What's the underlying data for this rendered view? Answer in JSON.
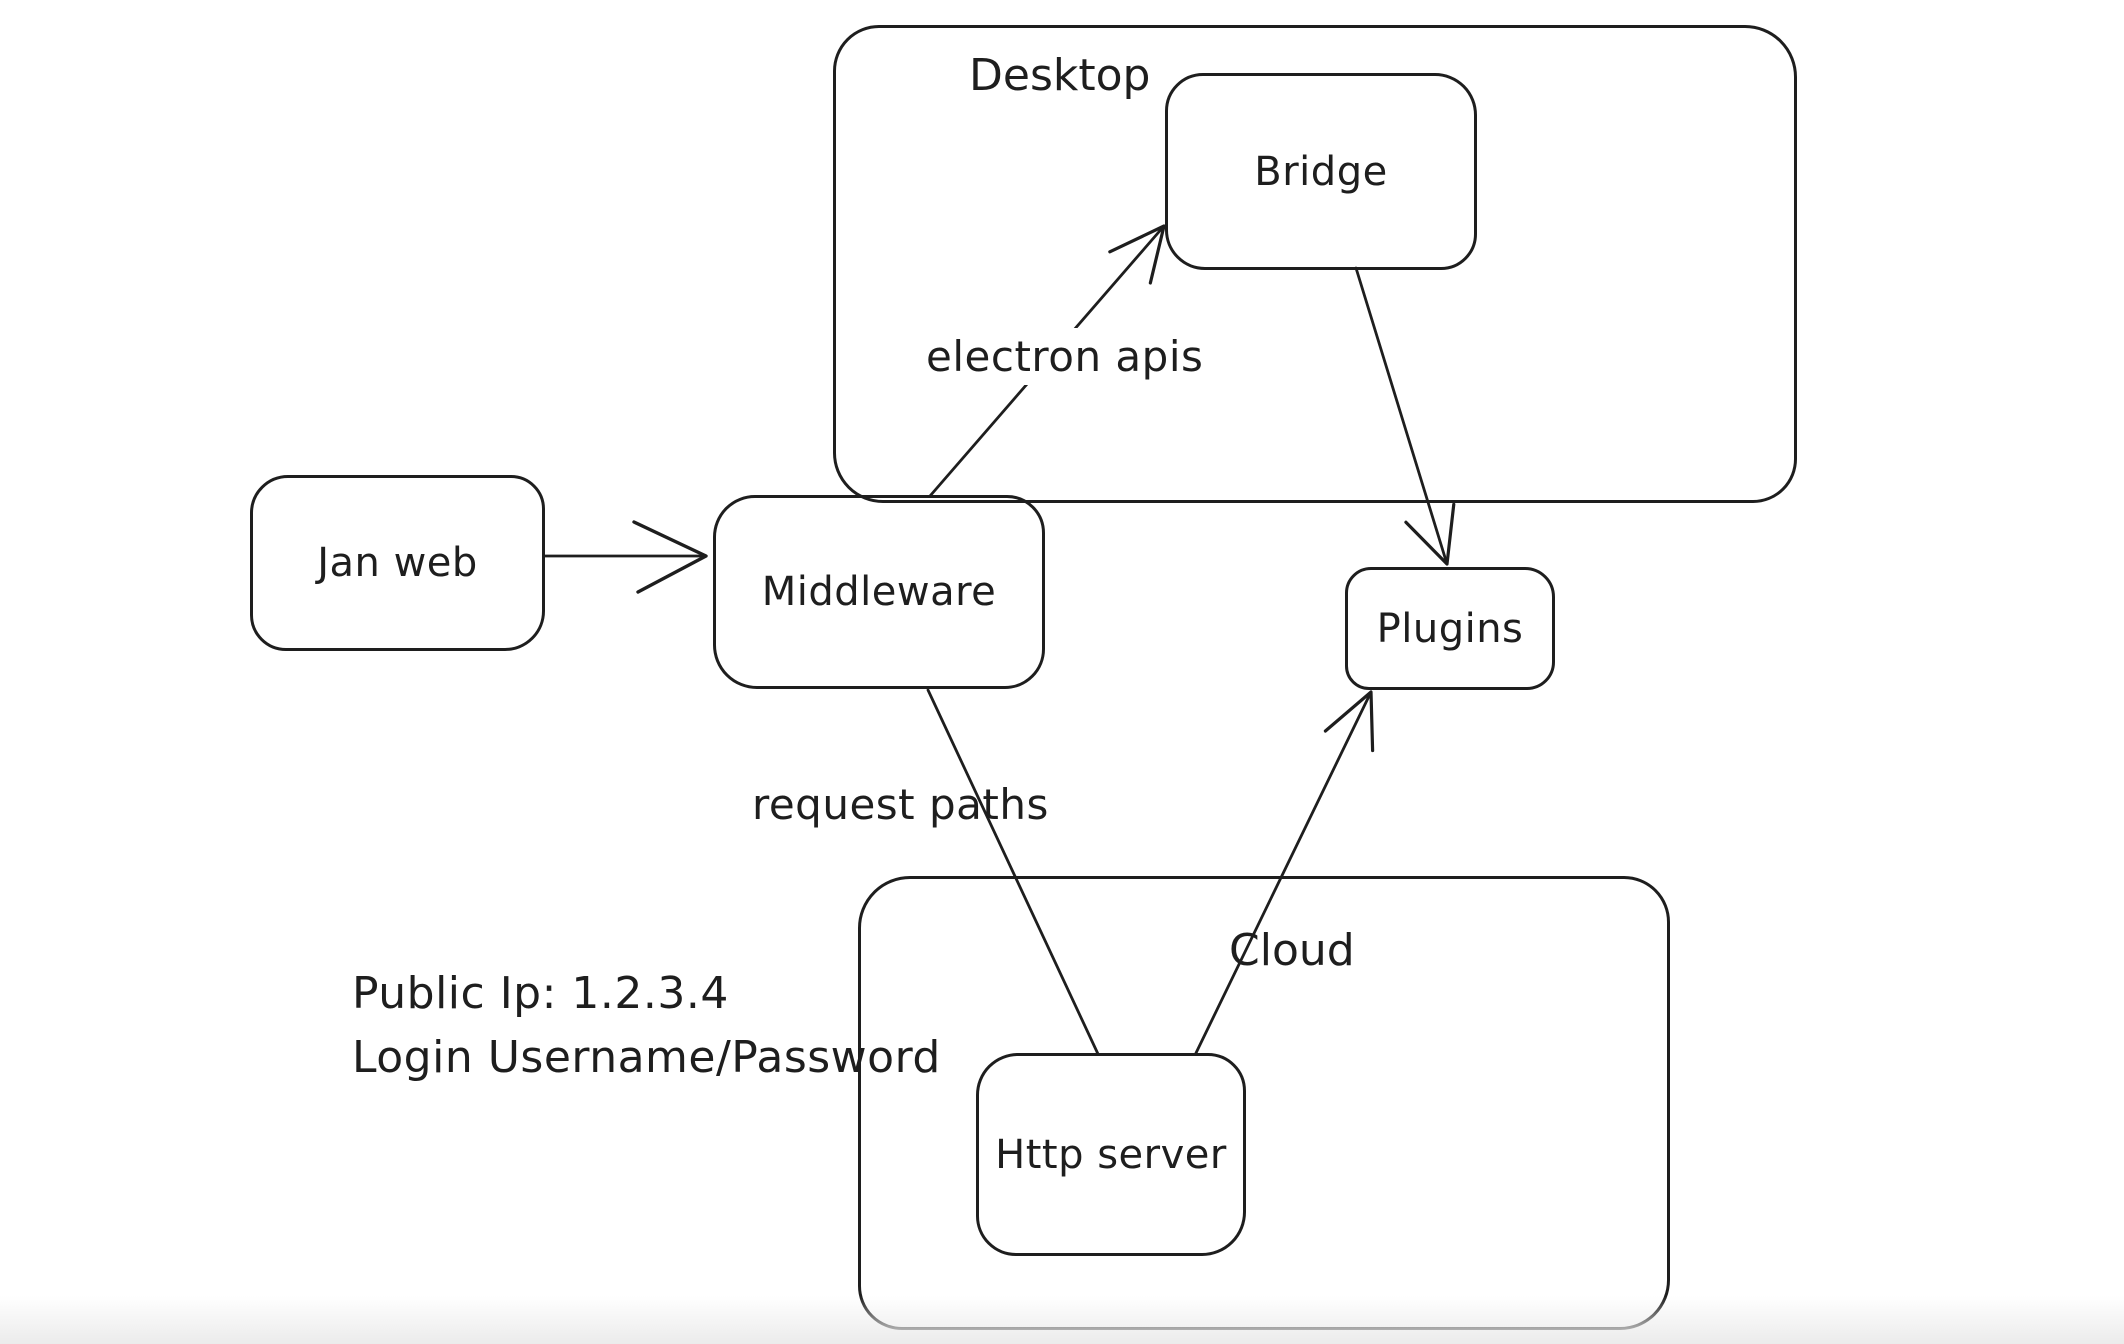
{
  "app": {
    "background_color": "#ffffff",
    "stroke_color": "#1e1e1e"
  },
  "diagram": {
    "containers": {
      "desktop": {
        "label": "Desktop"
      },
      "cloud": {
        "label": "Cloud"
      }
    },
    "nodes": {
      "jan_web": {
        "label": "Jan web"
      },
      "middleware": {
        "label": "Middleware"
      },
      "bridge": {
        "label": "Bridge"
      },
      "plugins": {
        "label": "Plugins"
      },
      "http_server": {
        "label": "Http server"
      }
    },
    "edges": [
      {
        "from": "jan_web",
        "to": "middleware",
        "label": "",
        "arrowhead": "end"
      },
      {
        "from": "middleware",
        "to": "bridge",
        "label": "electron apis",
        "arrowhead": "end"
      },
      {
        "from": "bridge",
        "to": "plugins",
        "label": "",
        "arrowhead": "end"
      },
      {
        "from": "http_server",
        "to": "plugins",
        "label": "",
        "arrowhead": "end"
      },
      {
        "from": "middleware",
        "to": "http_server",
        "label": "request paths",
        "arrowhead": "none"
      }
    ],
    "annotation": {
      "line1": "Public Ip: 1.2.3.4",
      "line2": "Login Username/Password"
    }
  }
}
